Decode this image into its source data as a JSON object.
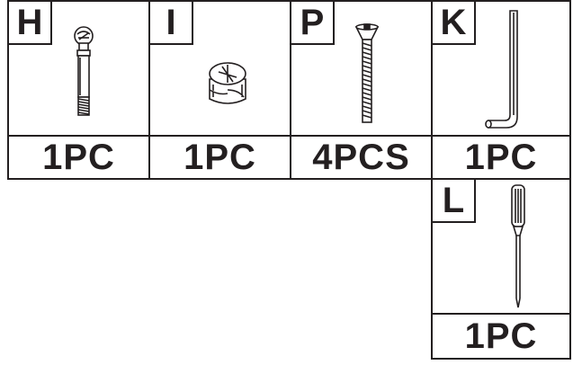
{
  "parts": [
    {
      "letter": "H",
      "quantity": "1PC",
      "icon": "cam-bolt-icon"
    },
    {
      "letter": "I",
      "quantity": "1PC",
      "icon": "cam-lock-icon"
    },
    {
      "letter": "P",
      "quantity": "4PCS",
      "icon": "screw-icon"
    },
    {
      "letter": "K",
      "quantity": "1PC",
      "icon": "allen-key-icon"
    },
    {
      "letter": "L",
      "quantity": "1PC",
      "icon": "screwdriver-icon"
    }
  ],
  "colors": {
    "ink": "#231f20",
    "background": "#ffffff"
  }
}
